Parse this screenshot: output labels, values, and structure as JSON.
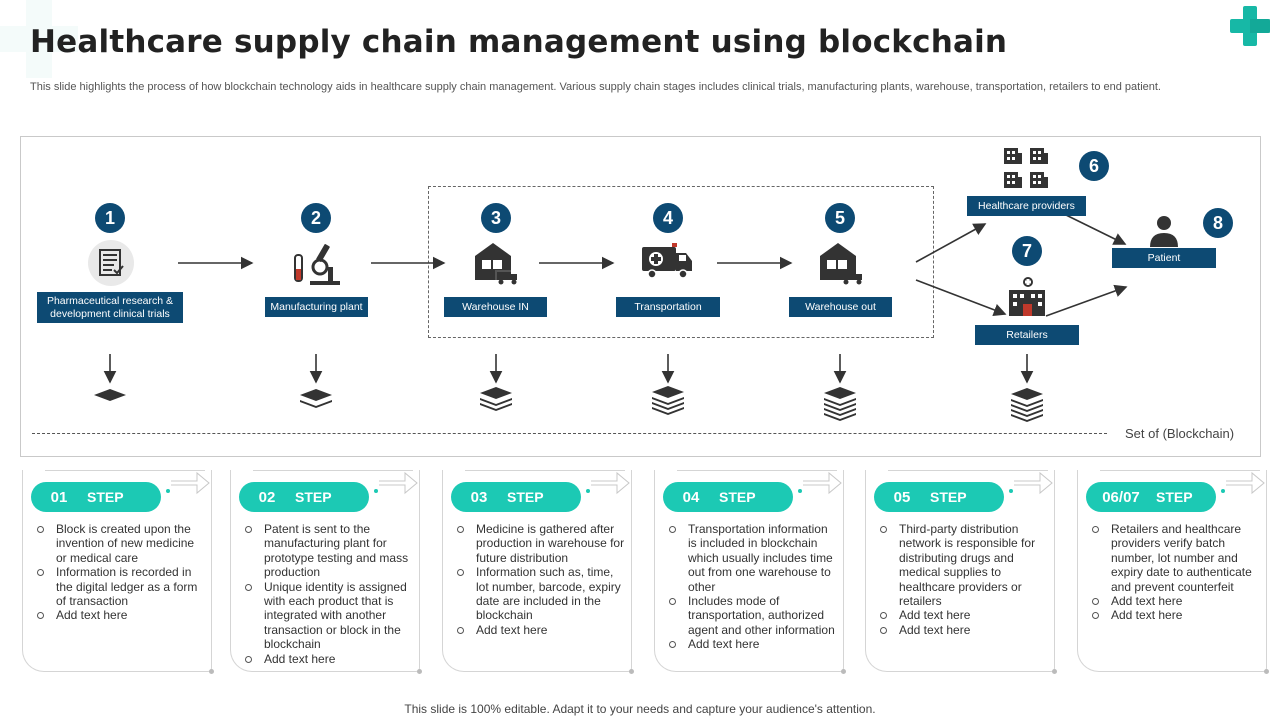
{
  "title": "Healthcare supply chain management using blockchain",
  "subtitle": "This slide highlights the process of how blockchain technology aids in healthcare supply chain management. Various supply chain stages includes clinical trials, manufacturing plants, warehouse, transportation, retailers to end patient.",
  "colors": {
    "navy": "#0d4a73",
    "teal": "#1cc9b4",
    "icon": "#3a3a3a"
  },
  "stages": [
    {
      "num": "1",
      "label": "Pharmaceutical research & development clinical trials",
      "icon": "clipboard-icon"
    },
    {
      "num": "2",
      "label": "Manufacturing plant",
      "icon": "microscope-icon"
    },
    {
      "num": "3",
      "label": "Warehouse IN",
      "icon": "warehouse-icon"
    },
    {
      "num": "4",
      "label": "Transportation",
      "icon": "ambulance-icon"
    },
    {
      "num": "5",
      "label": "Warehouse out",
      "icon": "warehouse-icon"
    },
    {
      "num": "6",
      "label": "Healthcare providers",
      "icon": "buildings-icon"
    },
    {
      "num": "7",
      "label": "Retailers",
      "icon": "store-icon"
    },
    {
      "num": "8",
      "label": "Patient",
      "icon": "person-icon"
    }
  ],
  "chain_label": "Set of (Blockchain)",
  "steps": [
    {
      "num": "01",
      "word": "STEP",
      "bullets": [
        "Block is created upon the invention of new medicine or medical care",
        "Information is recorded in the digital ledger as a form of transaction",
        "Add text here"
      ]
    },
    {
      "num": "02",
      "word": "STEP",
      "bullets": [
        "Patent is sent to the manufacturing plant for prototype testing and mass production",
        "Unique identity is assigned with each product that is integrated with another transaction or block in the blockchain",
        "Add text here"
      ]
    },
    {
      "num": "03",
      "word": "STEP",
      "bullets": [
        "Medicine is gathered after production in warehouse for future distribution",
        "Information such as, time, lot number, barcode, expiry date are included in the blockchain",
        "Add text here"
      ]
    },
    {
      "num": "04",
      "word": "STEP",
      "bullets": [
        "Transportation information is included in blockchain which usually includes time out from one warehouse to other",
        "Includes mode of transportation, authorized agent and other information",
        "Add text here"
      ]
    },
    {
      "num": "05",
      "word": "STEP",
      "bullets": [
        "Third-party distribution network is responsible for distributing drugs and medical supplies to healthcare providers or retailers",
        "Add text here",
        "Add text here"
      ]
    },
    {
      "num": "06/07",
      "word": "STEP",
      "bullets": [
        "Retailers and healthcare providers verify batch number, lot number and expiry date to authenticate and prevent counterfeit",
        "Add text here",
        "Add text here"
      ]
    }
  ],
  "footer": "This slide is 100% editable. Adapt it to your needs and capture your audience's attention."
}
